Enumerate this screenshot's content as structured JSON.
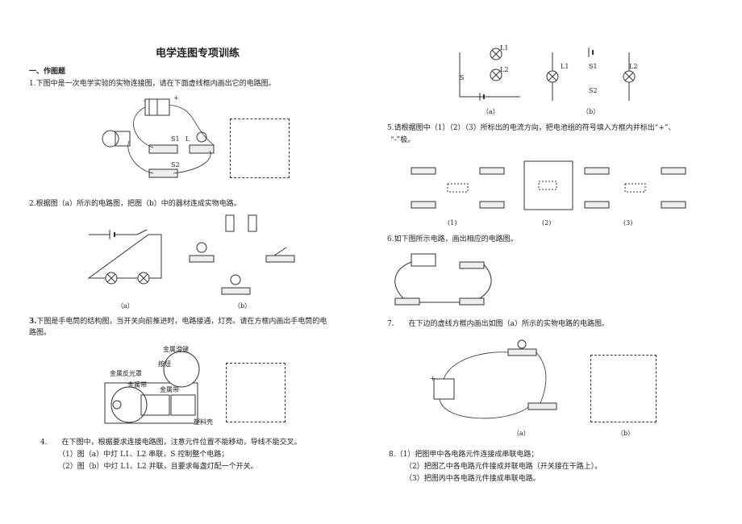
{
  "title": "电学连图专项训练",
  "section": "一、作图题",
  "q1": "1.下图中是一次电学实验的实物连接图，请在下面虚线框内画出它的电路图。",
  "q2": "2.根据图（a）所示的电路图，把图（b）中的器材连成实物电路。",
  "q3_num": "3.",
  "q3": "下图是手电筒的结构图，当开关向前推进时，电路接通，灯亮。请在方框内画出手电筒的电",
  "q3b": "路图。",
  "q4": "4.　　在下图中，根据要求连接电路图，注意元件位置不能移动，导线不能交叉。",
  "q4_1": "（1）图（a）中灯 L1、L2 串联，S 控制整个电路；",
  "q4_2": "（2）图（b）中灯 L1、L2 并联，且要求每盏灯配一个开关。",
  "q5": "5.请根据图中（1）（2）（3）所标出的电流方向，把电池组的符号填入方框内并标出“+”、",
  "q5b": "“-”极。",
  "q6": "6.如下图所示电路，画出相应的电路图。",
  "q7": "7.　　在下边的虚线方框内画出如图（a）所示的实物电路的电路图。",
  "q8_1": "8.（1）把图甲中各电路元件连接成串联电路；",
  "q8_2": "（2）把图乙中各电路元件接成并联电路（开关接在干路上）。",
  "q8_3": "（3）把图丙中各电路元件接成串联电路。",
  "labels": {
    "a": "（a）",
    "b": "（b）",
    "n1": "(1)",
    "n2": "(2)",
    "n3": "(3)",
    "L": "L",
    "L1": "L1",
    "L2": "L2",
    "S": "S",
    "S1": "S1",
    "S2": "S2",
    "plus": "+",
    "minus": "-"
  },
  "flashlight": {
    "slider": "金属滑键",
    "button": "按钮",
    "reflector": "金属反光罩",
    "strip": "金属带",
    "strip2": "金属带",
    "shell": "塑料壳"
  }
}
